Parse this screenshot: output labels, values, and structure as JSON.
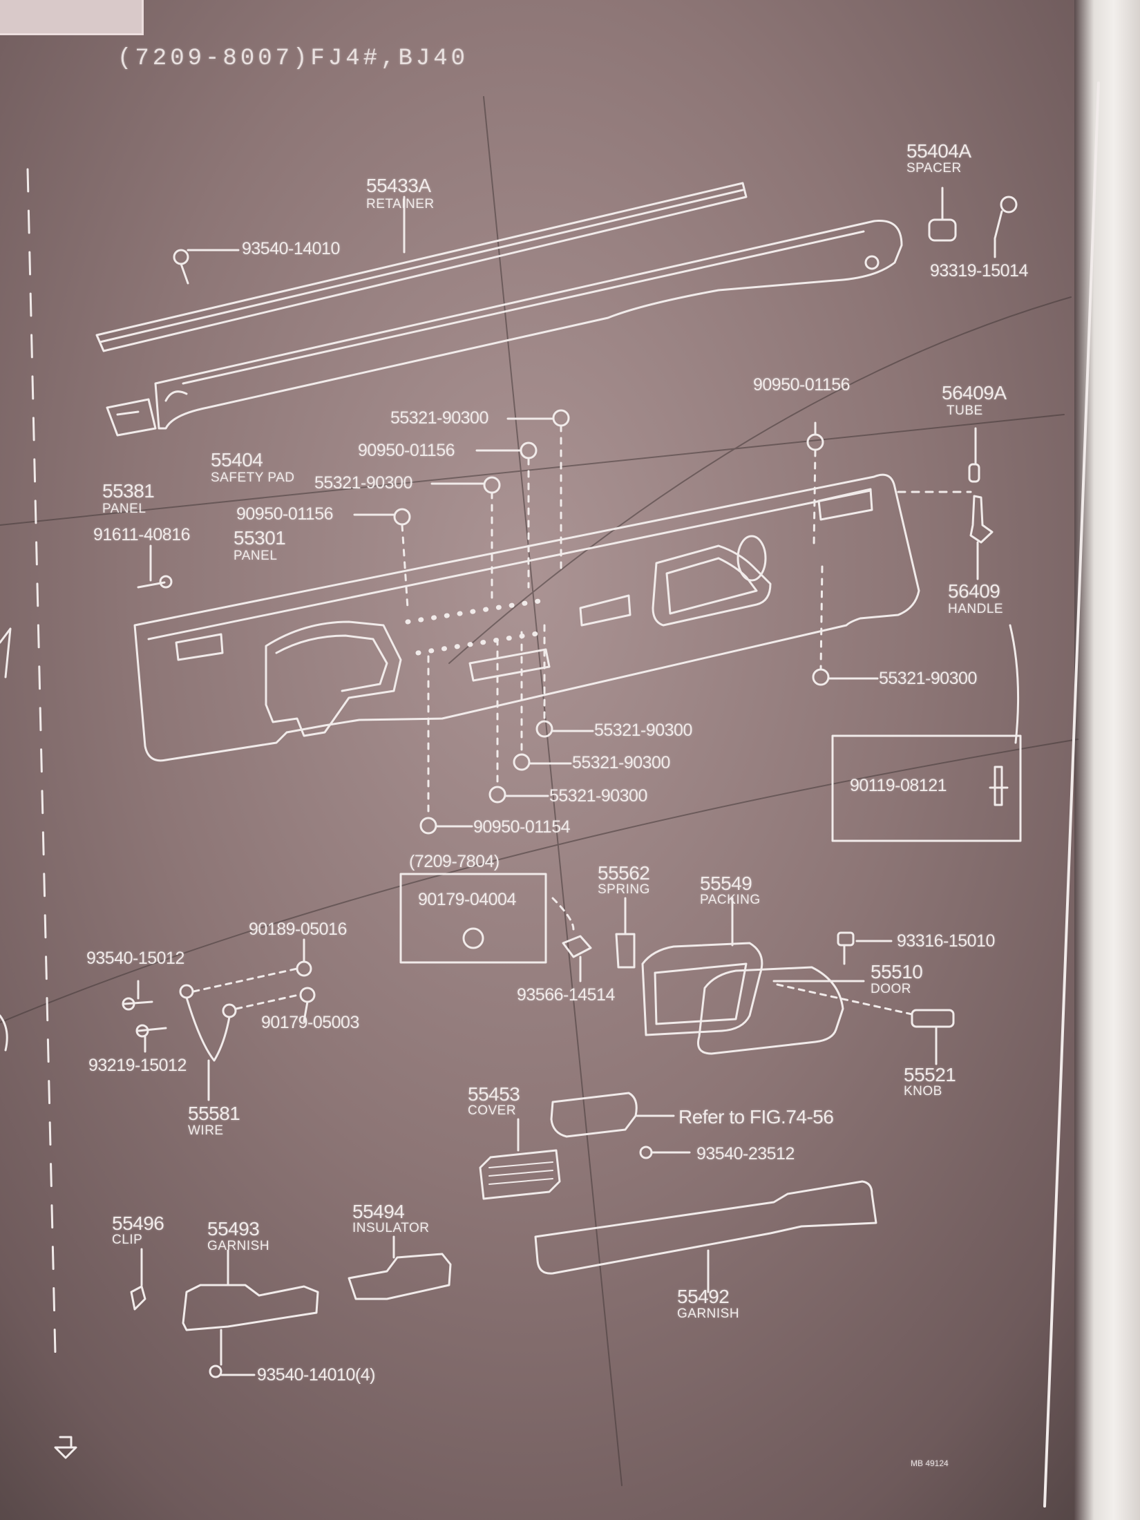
{
  "header": {
    "model_range": "(7209-8007)FJ4#,BJ40"
  },
  "colors": {
    "sheet": "#8d7676",
    "line": "#f1ebea"
  },
  "parts": {
    "p55433A": {
      "num": "55433A",
      "name": "RETAINER"
    },
    "p93540_14010": "93540-14010",
    "p55404A": {
      "num": "55404A",
      "name": "SPACER"
    },
    "p93319_15014": "93319-15014",
    "p90950_01156_a": "90950-01156",
    "p56409A": {
      "num": "56409A",
      "name": "TUBE"
    },
    "p55321_90300_a": "55321-90300",
    "p90950_01156_b": "90950-01156",
    "p55321_90300_b": "55321-90300",
    "p55404": {
      "num": "55404",
      "name": "SAFETY PAD"
    },
    "p55381": {
      "num": "55381",
      "name": "PANEL"
    },
    "p90950_01156_c": "90950-01156",
    "p91611_40816": "91611-40816",
    "p55301": {
      "num": "55301",
      "name": "PANEL"
    },
    "p56409": {
      "num": "56409",
      "name": "HANDLE"
    },
    "p55321_90300_c": "55321-90300",
    "p55321_90300_d": "55321-90300",
    "p55321_90300_e": "55321-90300",
    "p55321_90300_f": "55321-90300",
    "p90950_01154": "90950-01154",
    "p90119_08121": "90119-08121",
    "date_range": "(7209-7804)",
    "p90179_04004": "90179-04004",
    "p55562": {
      "num": "55562",
      "name": "SPRING"
    },
    "p55549": {
      "num": "55549",
      "name": "PACKING"
    },
    "p93316_15010": "93316-15010",
    "p55510": {
      "num": "55510",
      "name": "DOOR"
    },
    "p90189_05016": "90189-05016",
    "p93540_15012": "93540-15012",
    "p90179_05003": "90179-05003",
    "p93219_15012": "93219-15012",
    "p93566_14514": "93566-14514",
    "p55521": {
      "num": "55521",
      "name": "KNOB"
    },
    "p55581": {
      "num": "55581",
      "name": "WIRE"
    },
    "p55453": {
      "num": "55453",
      "name": "COVER"
    },
    "refer_note": "Refer to FIG.74-56",
    "p93540_23512": "93540-23512",
    "p55496": {
      "num": "55496",
      "name": "CLIP"
    },
    "p55493": {
      "num": "55493",
      "name": "GARNISH"
    },
    "p55494": {
      "num": "55494",
      "name": "INSULATOR"
    },
    "p55492": {
      "num": "55492",
      "name": "GARNISH"
    },
    "p93540_14010_4": "93540-14010(4)"
  },
  "corner_stamp": "MB 49124"
}
